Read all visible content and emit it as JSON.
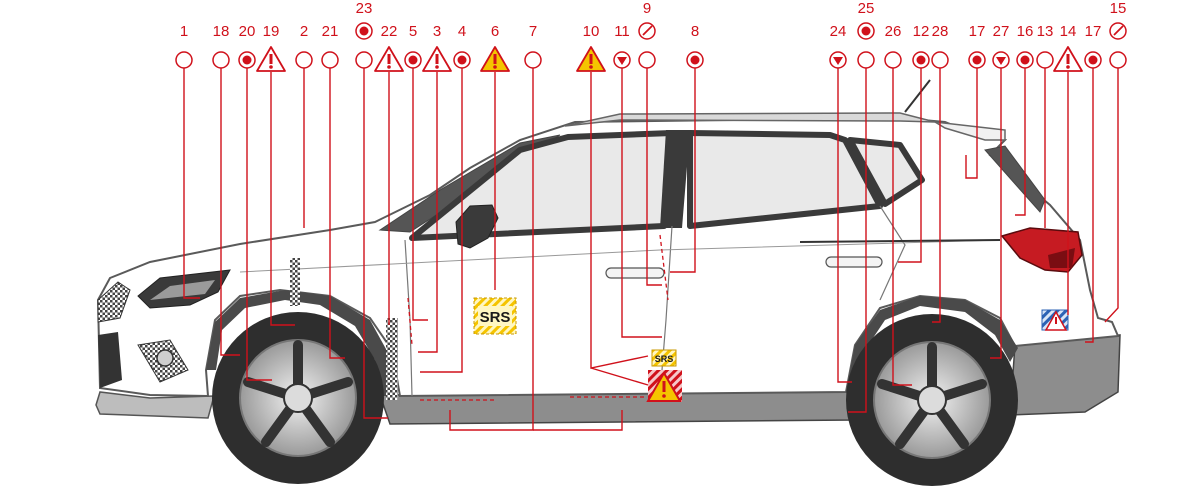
{
  "colors": {
    "accent": "#d0111b",
    "warning": "#f5c400",
    "body_outline": "#555555",
    "wheel_dark": "#3a3a3a",
    "glass": "#e9e9e9"
  },
  "callouts": [
    {
      "id": "c1",
      "label": "1",
      "symbol": "circle"
    },
    {
      "id": "c18",
      "label": "18",
      "symbol": "circle"
    },
    {
      "id": "c20",
      "label": "20",
      "symbol": "dot"
    },
    {
      "id": "c19",
      "label": "19",
      "symbol": "warning-outline"
    },
    {
      "id": "c2",
      "label": "2",
      "symbol": "circle"
    },
    {
      "id": "c21",
      "label": "21",
      "symbol": "circle"
    },
    {
      "id": "c23",
      "label": "23",
      "symbol": "circle"
    },
    {
      "id": "c22",
      "label": "22",
      "symbol": "warning-outline"
    },
    {
      "id": "c5",
      "label": "5",
      "symbol": "dot"
    },
    {
      "id": "c3",
      "label": "3",
      "symbol": "warning-outline"
    },
    {
      "id": "c4",
      "label": "4",
      "symbol": "dot"
    },
    {
      "id": "c6",
      "label": "6",
      "symbol": "warning-filled"
    },
    {
      "id": "c7",
      "label": "7",
      "symbol": "circle"
    },
    {
      "id": "c10",
      "label": "10",
      "symbol": "warning-filled"
    },
    {
      "id": "c11",
      "label": "11",
      "symbol": "down-triangle"
    },
    {
      "id": "c9",
      "label": "9",
      "symbol": "circle"
    },
    {
      "id": "c8",
      "label": "8",
      "symbol": "dot"
    },
    {
      "id": "c24",
      "label": "24",
      "symbol": "down-triangle"
    },
    {
      "id": "c25",
      "label": "25",
      "symbol": "circle"
    },
    {
      "id": "c26",
      "label": "26",
      "symbol": "circle"
    },
    {
      "id": "c12",
      "label": "12",
      "symbol": "dot"
    },
    {
      "id": "c28",
      "label": "28",
      "symbol": "circle"
    },
    {
      "id": "c17a",
      "label": "17",
      "symbol": "dot"
    },
    {
      "id": "c27",
      "label": "27",
      "symbol": "down-triangle"
    },
    {
      "id": "c16",
      "label": "16",
      "symbol": "dot"
    },
    {
      "id": "c13",
      "label": "13",
      "symbol": "circle"
    },
    {
      "id": "c14",
      "label": "14",
      "symbol": "warning-outline"
    },
    {
      "id": "c17b",
      "label": "17",
      "symbol": "dot"
    },
    {
      "id": "c15",
      "label": "15",
      "symbol": "circle"
    }
  ],
  "top_badges": [
    {
      "id": "b23",
      "symbol": "dot"
    },
    {
      "id": "b9",
      "symbol": "gauge"
    },
    {
      "id": "b25",
      "symbol": "dot"
    },
    {
      "id": "b15",
      "symbol": "gauge"
    }
  ],
  "srs": {
    "door_label": "SRS",
    "sill_label": "SRS"
  }
}
